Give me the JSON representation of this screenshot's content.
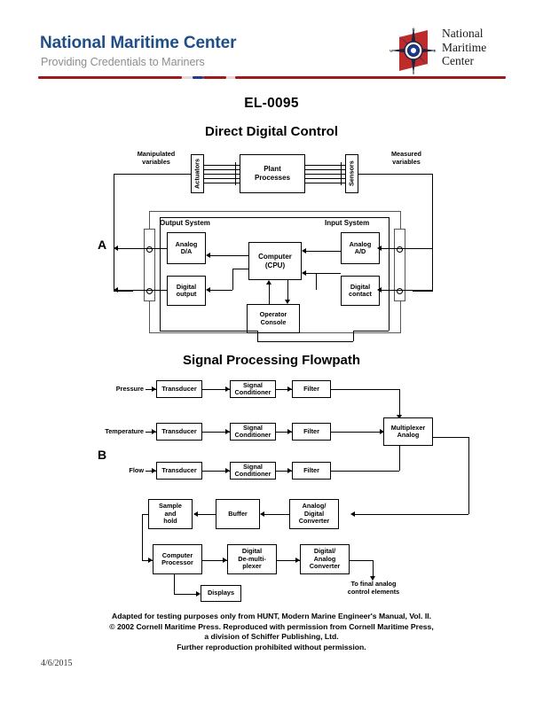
{
  "header": {
    "brand_title": "National Maritime Center",
    "brand_subtitle": "Providing Credentials to Mariners",
    "logo_line1": "National",
    "logo_line2": "Maritime",
    "logo_line3": "Center",
    "logo_icon": "compass-rose-seal-icon",
    "brand_color": "#1F4E87",
    "rule_dark_red": "#9E1B1B",
    "rule_blue": "#1F3A93",
    "rule_light": "#E8D5D5"
  },
  "doc": {
    "code": "EL-0095",
    "date_stamp": "4/6/2015"
  },
  "diagram_a": {
    "panel_label": "A",
    "title": "Direct Digital Control",
    "labels": {
      "manipulated": "Manipulated\nvariables",
      "measured": "Measured\nvariables",
      "output_system": "Output System",
      "input_system": "Input System"
    },
    "boxes": {
      "actuators": "Actuators",
      "plant": "Plant\nProcesses",
      "sensors": "Sensors",
      "analog_da": "Analog\nD/A",
      "digital_output": "Digital\noutput",
      "computer": "Computer\n(CPU)",
      "operator": "Operator\nConsole",
      "analog_ad": "Analog\nA/D",
      "digital_contact": "Digital\ncontact"
    }
  },
  "diagram_b": {
    "panel_label": "B",
    "title": "Signal Processing Flowpath",
    "inputs": [
      "Pressure",
      "Temperature",
      "Flow"
    ],
    "boxes": {
      "transducer": "Transducer",
      "signal_conditioner": "Signal\nConditioner",
      "filter": "Filter",
      "multiplexer": "Multiplexer\nAnalog",
      "analog_digital_converter": "Analog/\nDigital\nConverter",
      "buffer": "Buffer",
      "sample_hold": "Sample\nand\nhold",
      "computer_processor": "Computer\nProcessor",
      "digital_demultiplexer": "Digital\nDe-multi-\nplexer",
      "digital_analog_converter": "Digital/\nAnalog\nConverter",
      "displays": "Displays"
    },
    "annotation": "To final analog\ncontrol elements"
  },
  "footer": {
    "line1": "Adapted for testing purposes only from HUNT, Modern Marine Engineer's Manual, Vol. II.",
    "line2": "© 2002 Cornell Maritime Press. Reproduced with permission from Cornell Maritime Press,",
    "line3": "a division of Schiffer Publishing, Ltd.",
    "line4": "Further reproduction prohibited without permission."
  }
}
